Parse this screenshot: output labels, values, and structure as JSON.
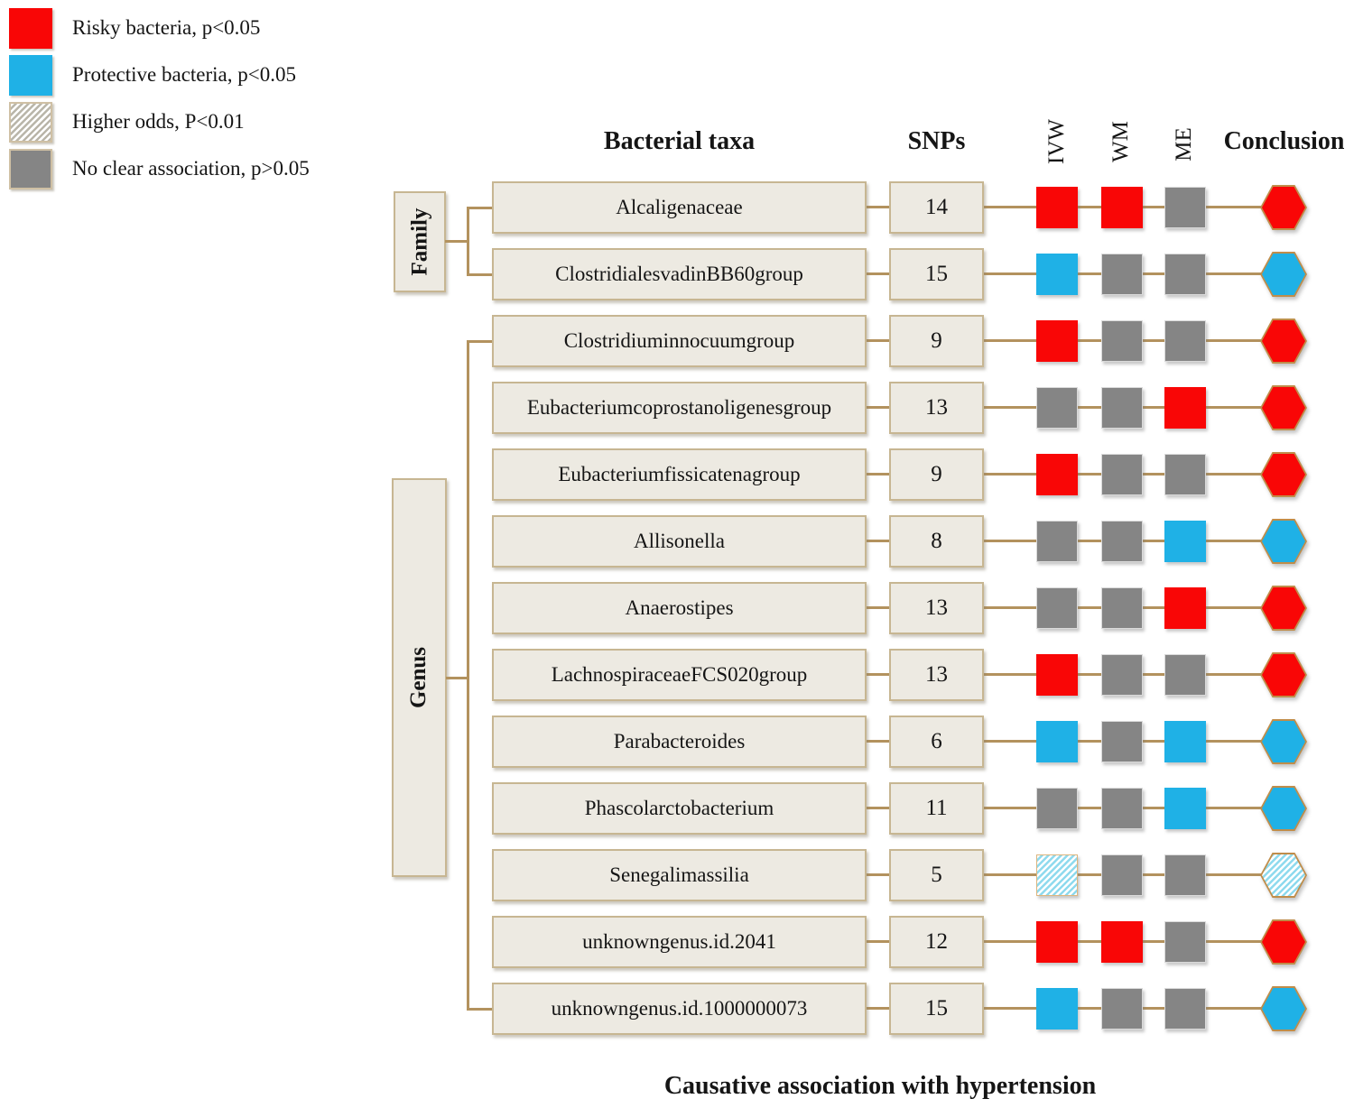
{
  "legend": {
    "items": [
      {
        "key": "red",
        "label": "Risky bacteria, p<0.05"
      },
      {
        "key": "blue",
        "label": "Protective bacteria, p<0.05"
      },
      {
        "key": "hatched",
        "label": "Higher odds, P<0.01"
      },
      {
        "key": "gray",
        "label": "No clear association, p>0.05"
      }
    ]
  },
  "columns": {
    "taxa": "Bacterial taxa",
    "snps": "SNPs",
    "ivw": "IVW",
    "wm": "WM",
    "me": "ME",
    "conclusion": "Conclusion"
  },
  "groups": {
    "family": "Family",
    "genus": "Genus"
  },
  "rows": [
    {
      "taxon": "Alcaligenaceae",
      "snps": "14",
      "ivw": "red",
      "wm": "red",
      "me": "gray",
      "conclusion": "red"
    },
    {
      "taxon": "ClostridialesvadinBB60group",
      "snps": "15",
      "ivw": "blue",
      "wm": "gray",
      "me": "gray",
      "conclusion": "blue"
    },
    {
      "taxon": "Clostridiuminnocuumgroup",
      "snps": "9",
      "ivw": "red",
      "wm": "gray",
      "me": "gray",
      "conclusion": "red"
    },
    {
      "taxon": "Eubacteriumcoprostanoligenesgroup",
      "snps": "13",
      "ivw": "gray",
      "wm": "gray",
      "me": "red",
      "conclusion": "red"
    },
    {
      "taxon": "Eubacteriumfissicatenagroup",
      "snps": "9",
      "ivw": "red",
      "wm": "gray",
      "me": "gray",
      "conclusion": "red"
    },
    {
      "taxon": "Allisonella",
      "snps": "8",
      "ivw": "gray",
      "wm": "gray",
      "me": "blue",
      "conclusion": "blue"
    },
    {
      "taxon": "Anaerostipes",
      "snps": "13",
      "ivw": "gray",
      "wm": "gray",
      "me": "red",
      "conclusion": "red"
    },
    {
      "taxon": "LachnospiraceaeFCS020group",
      "snps": "13",
      "ivw": "red",
      "wm": "gray",
      "me": "gray",
      "conclusion": "red"
    },
    {
      "taxon": "Parabacteroides",
      "snps": "6",
      "ivw": "blue",
      "wm": "gray",
      "me": "blue",
      "conclusion": "blue"
    },
    {
      "taxon": "Phascolarctobacterium",
      "snps": "11",
      "ivw": "gray",
      "wm": "gray",
      "me": "blue",
      "conclusion": "blue"
    },
    {
      "taxon": "Senegalimassilia",
      "snps": "5",
      "ivw": "hatched",
      "wm": "gray",
      "me": "gray",
      "conclusion": "hatched"
    },
    {
      "taxon": "unknowngenus.id.2041",
      "snps": "12",
      "ivw": "red",
      "wm": "red",
      "me": "gray",
      "conclusion": "red"
    },
    {
      "taxon": "unknowngenus.id.1000000073",
      "snps": "15",
      "ivw": "blue",
      "wm": "gray",
      "me": "gray",
      "conclusion": "blue"
    }
  ],
  "caption": "Causative association with hypertension",
  "colors": {
    "risky_red": "#f90606",
    "protective_blue": "#1fb1e6",
    "no_association_gray": "#858585",
    "hatch_stripe_rows": "#8edaee",
    "hatch_stripe_legend": "#b9b5a9",
    "connector_line": "#b3925e",
    "box_fill": "#edeae2",
    "box_border": "#c7b692"
  }
}
